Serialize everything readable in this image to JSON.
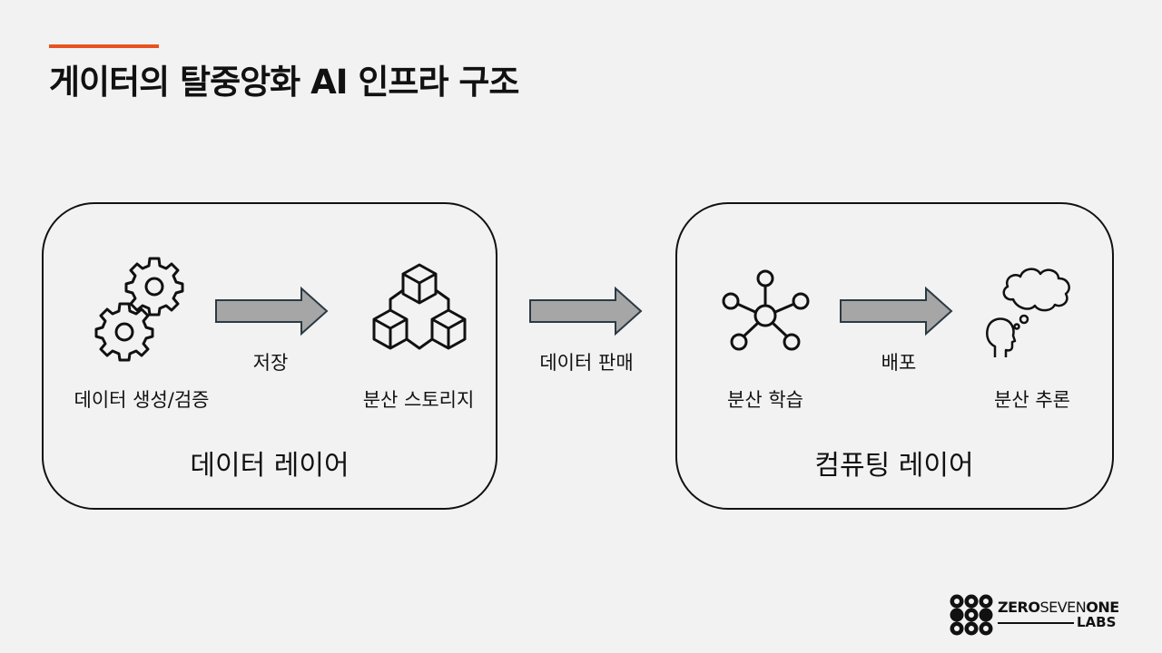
{
  "title": "게이터의 탈중앙화 AI 인프라 구조",
  "colors": {
    "accent": "#e8531e",
    "arrow_fill": "#a6a6a6",
    "arrow_stroke": "#2b3a44"
  },
  "data_layer": {
    "label": "데이터 레이어",
    "generation": {
      "label": "데이터 생성/검증",
      "icon": "gears-icon"
    },
    "arrow_label": "저장",
    "storage": {
      "label": "분산 스토리지",
      "icon": "cubes-icon"
    }
  },
  "between_layers": {
    "arrow_label": "데이터 판매"
  },
  "compute_layer": {
    "label": "컴퓨팅 레이어",
    "training": {
      "label": "분산 학습",
      "icon": "network-icon"
    },
    "arrow_label": "배포",
    "inference": {
      "label": "분산 추론",
      "icon": "thinking-head-icon"
    }
  },
  "logo": {
    "word1": "ZERO",
    "word2": "SEVEN",
    "word3": "ONE",
    "word4": "LABS"
  }
}
